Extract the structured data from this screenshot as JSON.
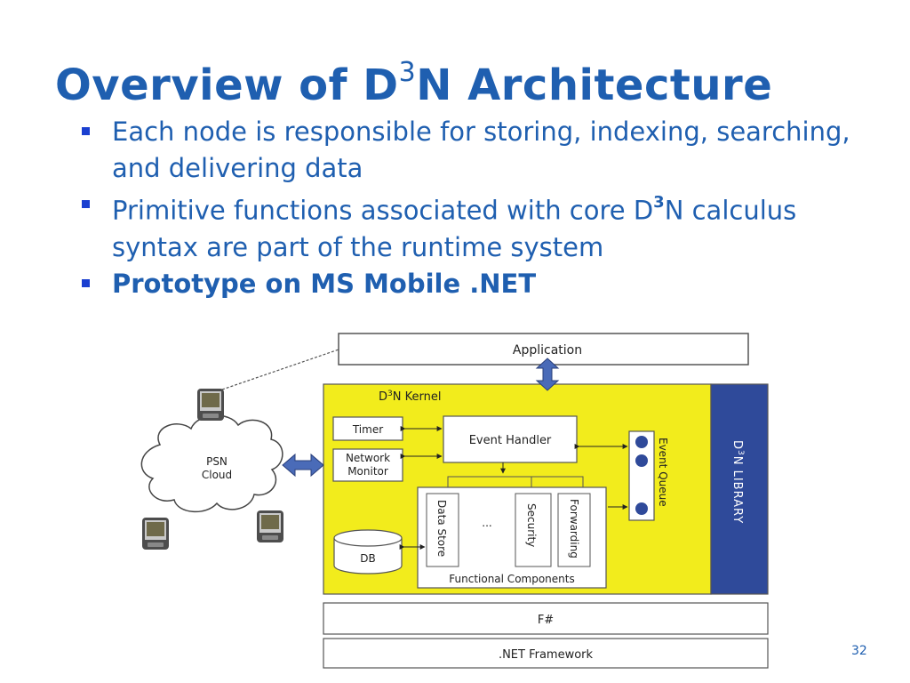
{
  "slide": {
    "title_pre": "Overview of D",
    "title_sup": "3",
    "title_post": "N Architecture",
    "bullets": [
      {
        "text": "Each node is responsible for storing, indexing, searching, and delivering data"
      },
      {
        "pre": "Primitive functions associated with core D",
        "sup": "3",
        "post": "N calculus syntax are part of the runtime system"
      },
      {
        "text": "Prototype on MS Mobile .NET"
      }
    ],
    "page_number": "32"
  },
  "diagram": {
    "application": "Application",
    "kernel_pre": "D",
    "kernel_sup": "3",
    "kernel_post": "N Kernel",
    "timer": "Timer",
    "network_monitor_line1": "Network",
    "network_monitor_line2": "Monitor",
    "event_handler": "Event Handler",
    "event_queue": "Event Queue",
    "library_pre": "D",
    "library_sup": "3",
    "library_post": "N  LIBRARY",
    "data_store": "Data Store",
    "ellipsis": "...",
    "security": "Security",
    "forwarding": "Forwarding",
    "functional_components": "Functional Components",
    "db": "DB",
    "psn_line1": "PSN",
    "psn_line2": "Cloud",
    "fsharp": "F#",
    "dotnet": ".NET Framework",
    "colors": {
      "kernel": "#f2ec1c",
      "library": "#2f4a9a",
      "arrow": "#4a6bb8",
      "title": "#1f5fb0"
    }
  }
}
